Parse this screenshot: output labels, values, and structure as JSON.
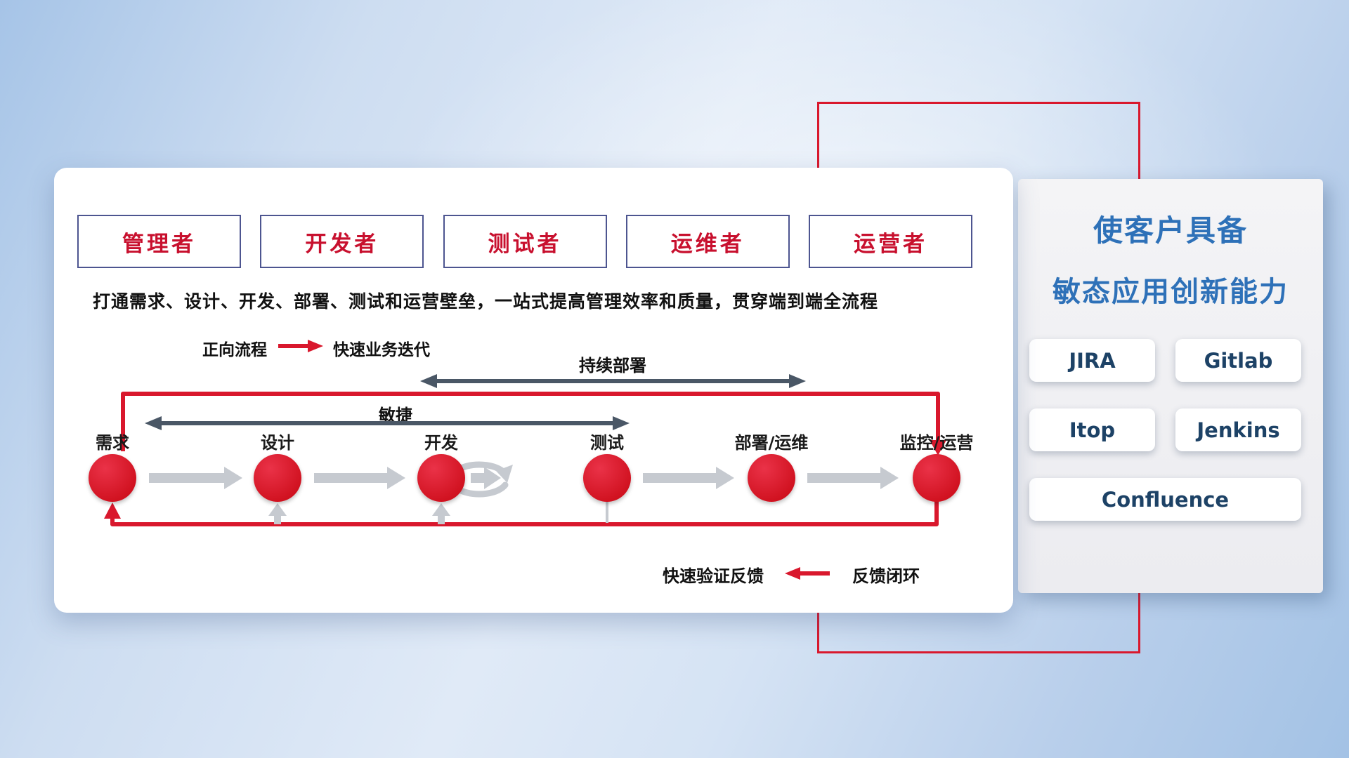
{
  "colors": {
    "accent_red": "#d9182d",
    "role_text_red": "#c8102e",
    "role_border_blue": "#4d5590",
    "dark_arrow_gray": "#4a5766",
    "light_arrow_gray": "#c6cad0",
    "side_title_blue": "#2e71b8",
    "tool_text_navy": "#1d4266"
  },
  "roles": [
    "管理者",
    "开发者",
    "测试者",
    "运维者",
    "运营者"
  ],
  "banner": {
    "description": "打通需求、设计、开发、部署、测试和运营壁垒，一站式提高管理效率和质量，贯穿端到端全流程"
  },
  "legends": {
    "forward_label": "正向流程",
    "forward_value": "快速业务迭代",
    "feedback_label": "快速验证反馈",
    "feedback_value": "反馈闭环"
  },
  "flow_labels": {
    "continuous_deployment": "持续部署",
    "agile": "敏捷"
  },
  "steps": [
    "需求",
    "设计",
    "开发",
    "测试",
    "部署/运维",
    "监控/运营"
  ],
  "right_panel": {
    "title_line1": "使客户具备",
    "title_line2": "敏态应用创新能力",
    "tools": [
      "JIRA",
      "Gitlab",
      "Itop",
      "Jenkins",
      "Confluence"
    ]
  }
}
